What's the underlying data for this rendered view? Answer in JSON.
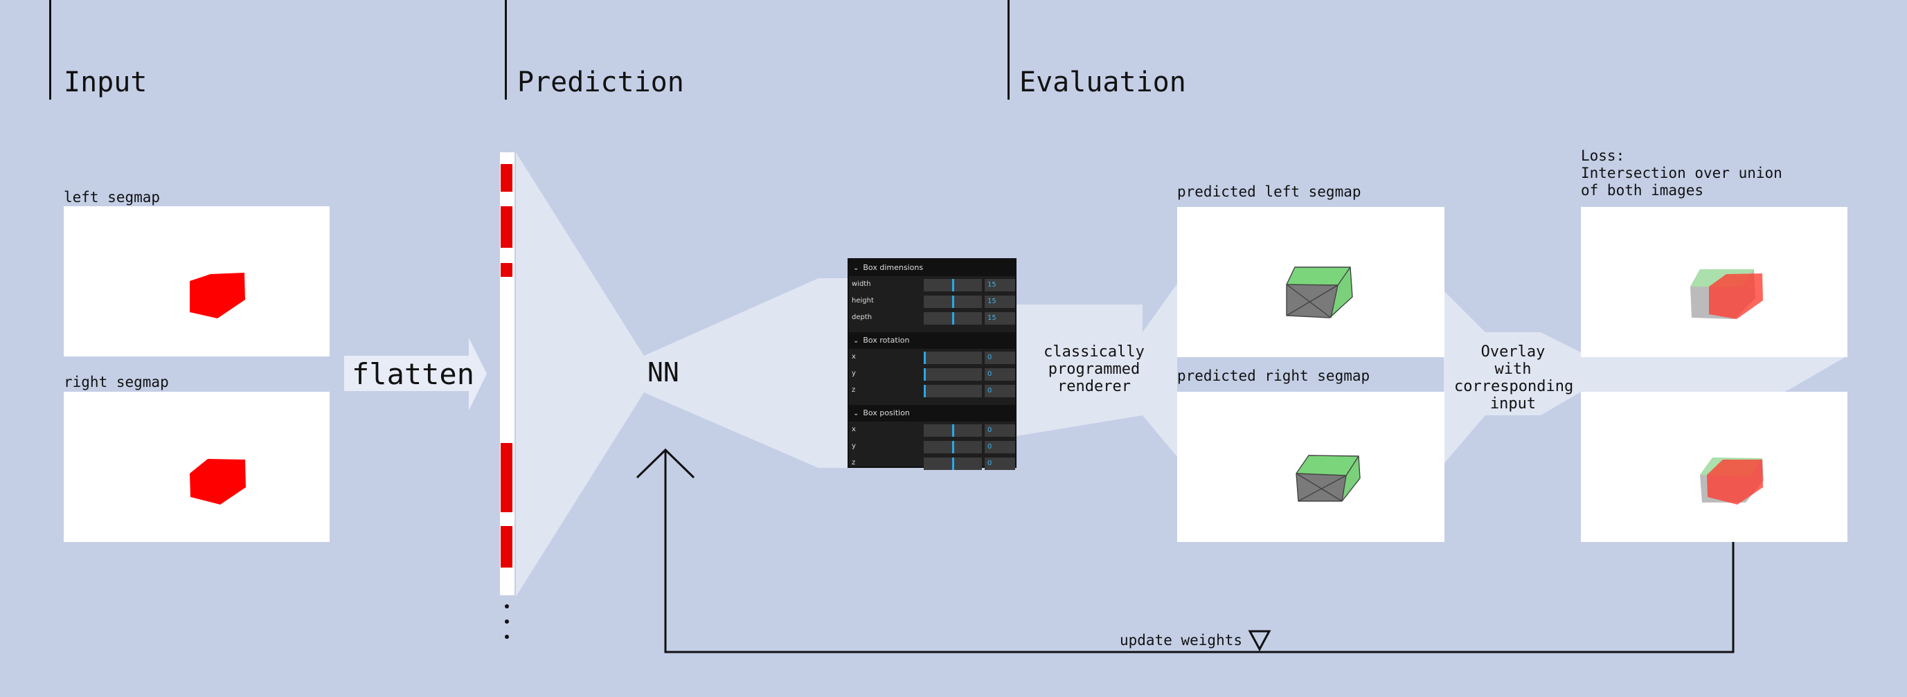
{
  "sections": {
    "input": "Input",
    "prediction": "Prediction",
    "evaluation": "Evaluation"
  },
  "labels": {
    "left_segmap": "left segmap",
    "right_segmap": "right segmap",
    "flatten": "flatten",
    "nn": "NN",
    "renderer": [
      "classically",
      "programmed",
      "renderer"
    ],
    "pred_left": "predicted left segmap",
    "pred_right": "predicted right segmap",
    "overlay": [
      "Overlay",
      "with",
      "corresponding",
      "input"
    ],
    "loss": [
      "Loss:",
      "Intersection over union",
      "of both images"
    ],
    "update": "update weights",
    "gradient_symbol": "∇"
  },
  "panel": {
    "sections": [
      {
        "title": "Box dimensions",
        "rows": [
          {
            "label": "width",
            "value": "15",
            "level": 0.5
          },
          {
            "label": "height",
            "value": "15",
            "level": 0.5
          },
          {
            "label": "depth",
            "value": "15",
            "level": 0.5
          }
        ]
      },
      {
        "title": "Box rotation",
        "rows": [
          {
            "label": "x",
            "value": "0",
            "level": 0.0
          },
          {
            "label": "y",
            "value": "0",
            "level": 0.0
          },
          {
            "label": "z",
            "value": "0",
            "level": 0.0
          }
        ]
      },
      {
        "title": "Box position",
        "rows": [
          {
            "label": "x",
            "value": "0",
            "level": 0.5
          },
          {
            "label": "y",
            "value": "0",
            "level": 0.5
          },
          {
            "label": "z",
            "value": "0",
            "level": 0.5
          }
        ]
      }
    ]
  },
  "colors": {
    "background": "#c4cfe6",
    "segmap_red": "#ff0000",
    "predicted_green": "#7be07b",
    "predicted_gray": "#7a7a7a",
    "accent_blue": "#2aa7e8",
    "panel_bg": "#1e1e1e"
  },
  "icons": {
    "up_arrow": "open-chevron-up-arrow",
    "gradient": "nabla-triangle",
    "ellipsis": "vertical-ellipsis"
  }
}
